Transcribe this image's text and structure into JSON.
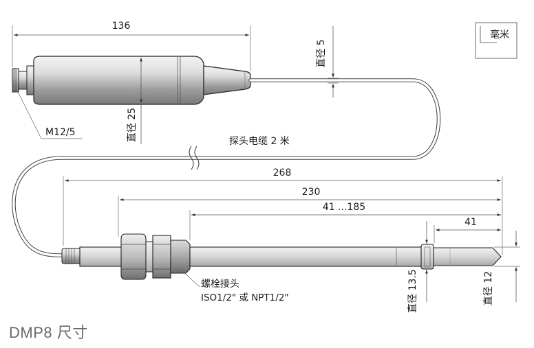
{
  "units_label": "毫米",
  "dimensions": {
    "overall_probe_length": "136",
    "cable_diameter": "直径 5",
    "probe_body_diameter": "直径 25",
    "connector": "M12/5",
    "cable_length": "探头电缆 2 米",
    "total_length": "268",
    "rod_length": "230",
    "adjustable_range": "41 ...185",
    "tip_length": "41",
    "rod_diameter": "直径 13.5",
    "tip_diameter": "直径 12"
  },
  "fitting": {
    "name": "螺栓接头",
    "thread_spec": "ISO1/2\" 或 NPT1/2\""
  },
  "caption": "DMP8 尺寸"
}
